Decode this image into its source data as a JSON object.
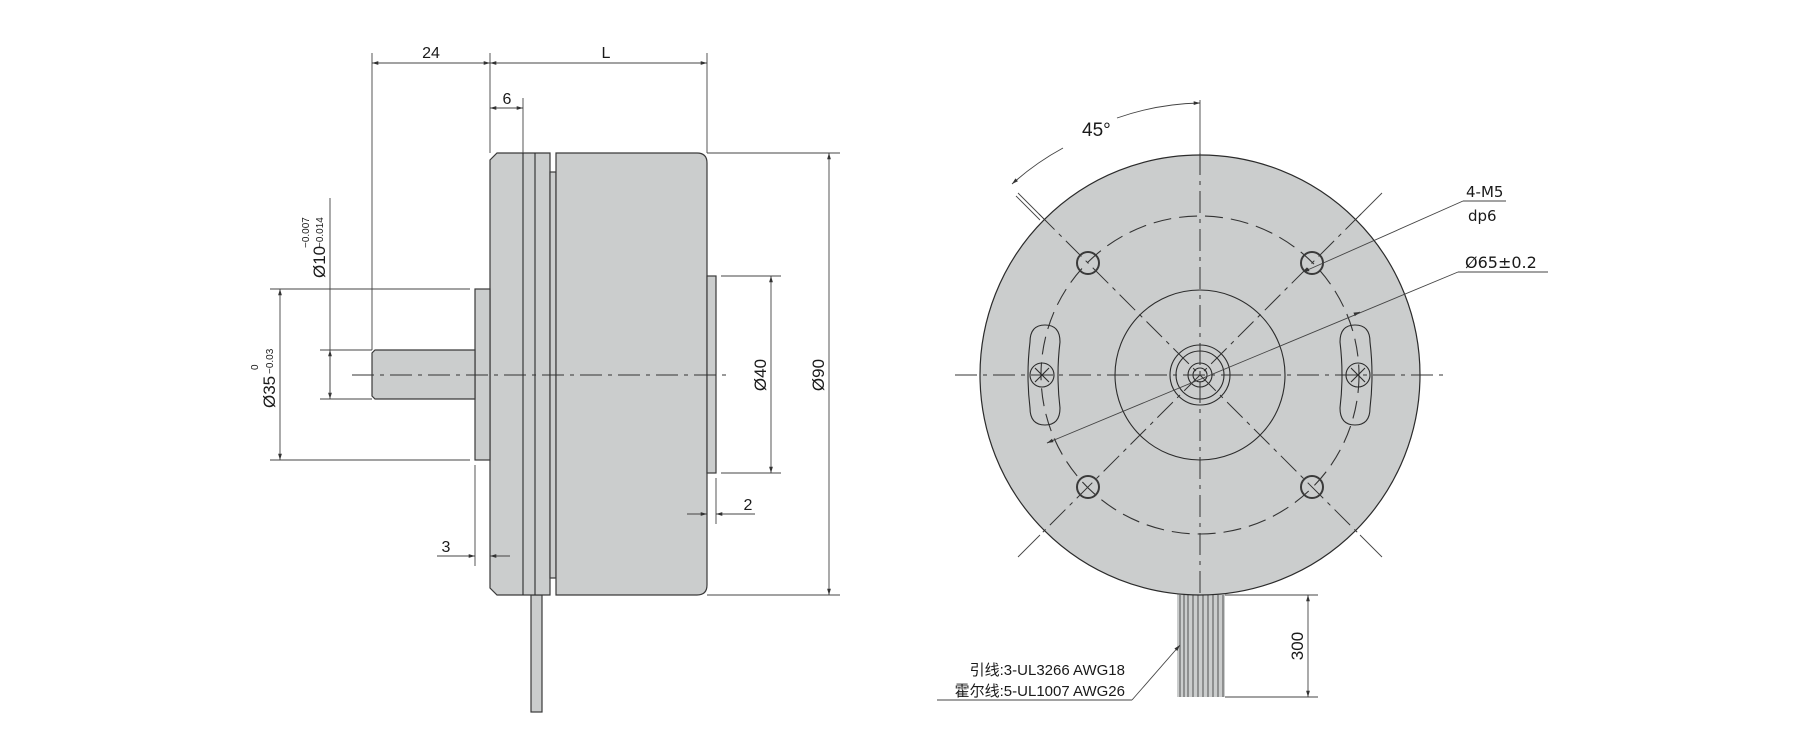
{
  "drawing": {
    "type": "motor outline drawing",
    "views": [
      "side-view",
      "front-view"
    ],
    "colors": {
      "body_fill": "#cbcdcd",
      "line": "#2b2b2b",
      "background": "#ffffff"
    }
  },
  "side_view": {
    "dims": {
      "shaft_length": "24",
      "body_length": "L",
      "flange_thickness": "6",
      "shaft_dia": "Ø10",
      "shaft_tol_upper": "−0.007",
      "shaft_tol_lower": "−0.014",
      "pilot_dia": "Ø35",
      "pilot_tol_upper": "0",
      "pilot_tol_lower": "−0.03",
      "rear_boss_dia": "Ø40",
      "body_dia": "Ø90",
      "rear_boss_height": "2",
      "pilot_height": "3"
    }
  },
  "front_view": {
    "angle": "45°",
    "thread_callout": "4-M5",
    "thread_depth": "dp6",
    "bolt_circle": "Ø65±0.2",
    "lead_length": "300",
    "lead_note_1": "引线:3-UL3266 AWG18",
    "lead_note_2": "霍尔线:5-UL1007 AWG26"
  }
}
